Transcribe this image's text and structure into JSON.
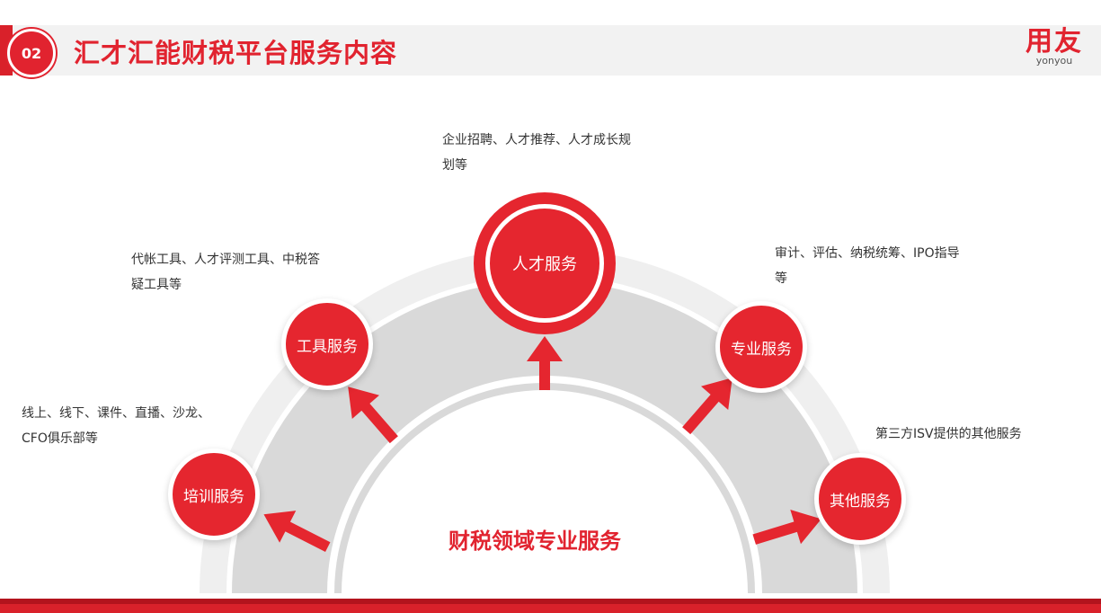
{
  "header": {
    "badge": "02",
    "title": "汇才汇能财税平台服务内容",
    "logo_cn": "用友",
    "logo_en": "yonyou"
  },
  "center_label": "财税领域专业服务",
  "nodes": {
    "talent": {
      "label": "人才服务",
      "desc": [
        "企业招聘、人才推荐、人才成长规",
        "划等"
      ]
    },
    "tools": {
      "label": "工具服务",
      "desc": [
        "代帐工具、人才评测工具、中税答",
        "疑工具等"
      ]
    },
    "training": {
      "label": "培训服务",
      "desc": [
        "线上、线下、课件、直播、沙龙、",
        "CFO俱乐部等"
      ]
    },
    "professional": {
      "label": "专业服务",
      "desc": [
        "审计、评估、纳税统筹、IPO指导",
        "等"
      ]
    },
    "other": {
      "label": "其他服务",
      "desc": [
        "第三方ISV提供的其他服务"
      ]
    }
  },
  "colors": {
    "accent": "#e1232f",
    "arc_light": "#efefef",
    "arc_mid": "#d9d9d9",
    "header_bg": "#f2f2f2"
  }
}
